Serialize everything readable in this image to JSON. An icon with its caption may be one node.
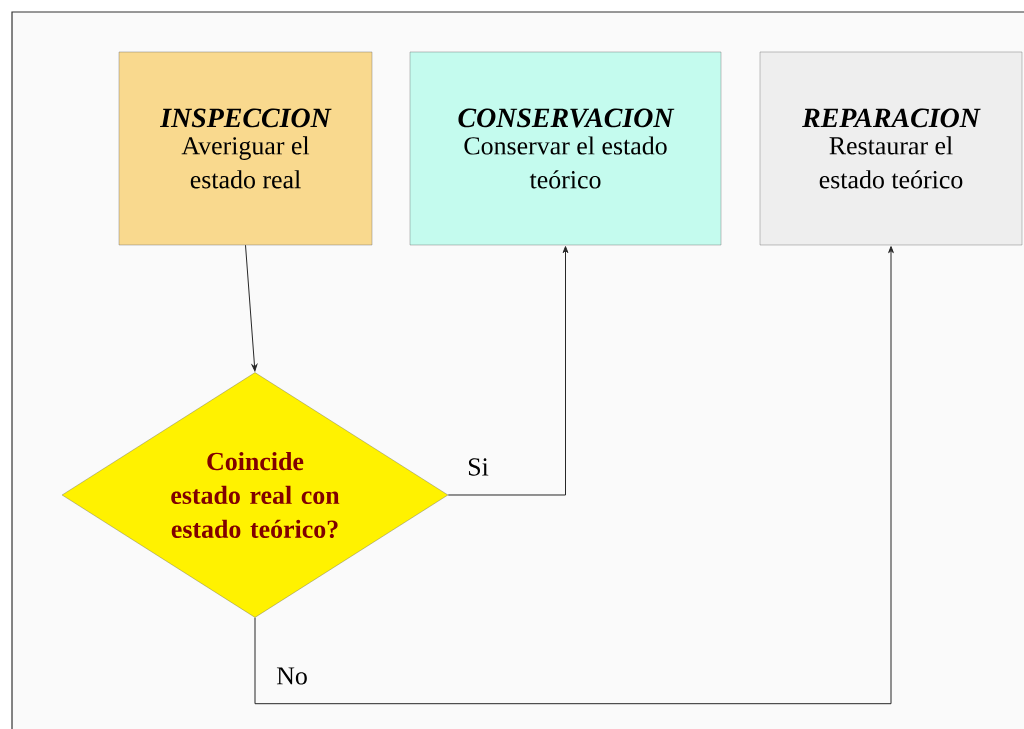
{
  "diagram": {
    "nodes": [
      {
        "text": [
          "INSPECCION",
          "Averiguar el estado real"
        ]
      },
      {
        "text": [
          "CONSERVACION",
          "Conservar el estado teórico"
        ]
      },
      {
        "text": [
          "REPARACION",
          "Restaurar el estado teórico"
        ]
      },
      {
        "text": [
          "Coincide estado real con estado teórico?"
        ]
      }
    ],
    "edges": [
      {
        "from": 0,
        "to": 3,
        "arrow": "to"
      },
      {
        "from": 3,
        "to": 1,
        "arrow": "to",
        "label": "Si"
      },
      {
        "from": 3,
        "to": 2,
        "arrow": "to",
        "label": "No"
      }
    ]
  }
}
